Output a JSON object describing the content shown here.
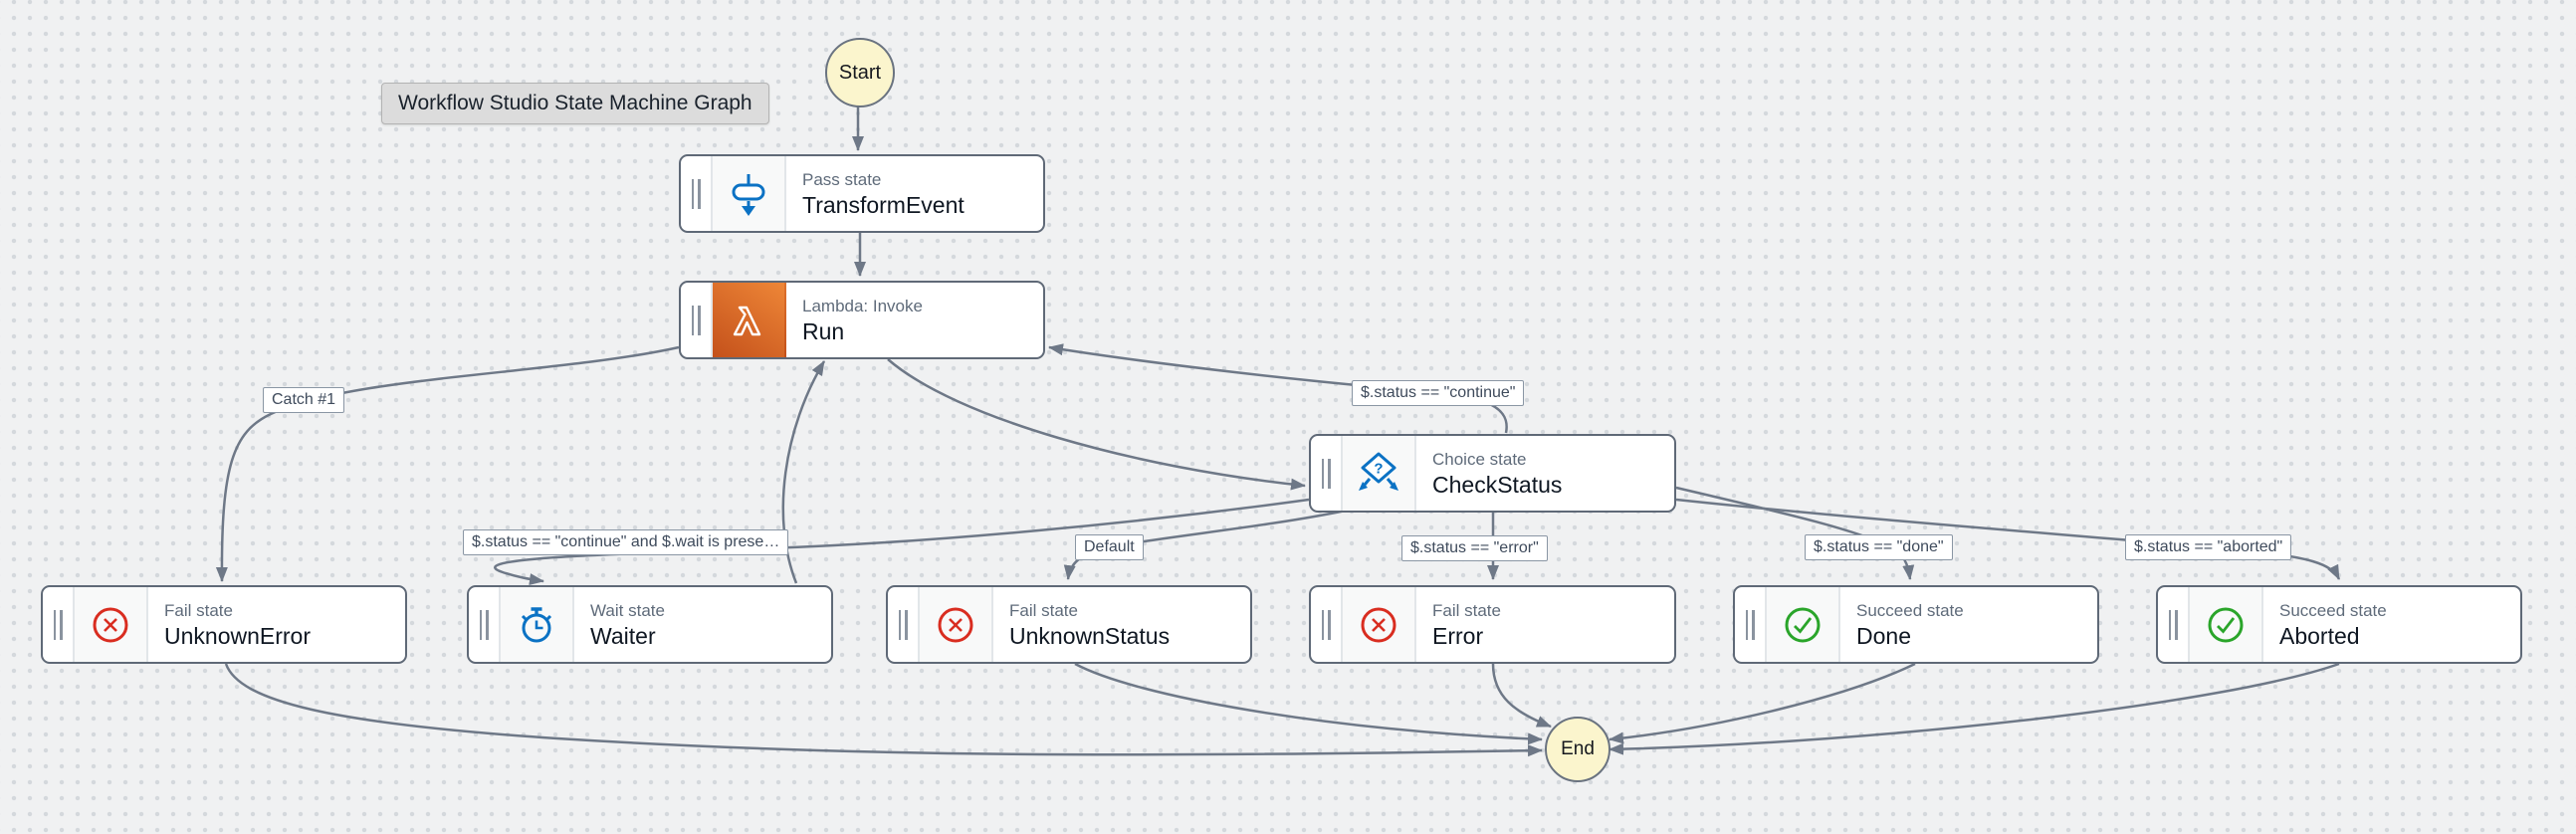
{
  "canvas": {
    "tooltip": "Workflow Studio State Machine Graph",
    "start_label": "Start",
    "end_label": "End"
  },
  "colors": {
    "background": "#f0f1f2",
    "grid_dot": "#d4d8dc",
    "edge": "#6e7887",
    "node_border": "#5f6977",
    "terminal_fill": "#fbf5cd",
    "pass_wait_choice_blue": "#0b72c4",
    "fail_red": "#d92d20",
    "succeed_green": "#2aa52a",
    "lambda_orange_dark": "#c4511b",
    "lambda_orange_light": "#ee8637"
  },
  "nodes": [
    {
      "kind": "pass",
      "type_label": "Pass state",
      "name": "TransformEvent"
    },
    {
      "kind": "lambda",
      "type_label": "Lambda: Invoke",
      "name": "Run"
    },
    {
      "kind": "choice",
      "type_label": "Choice state",
      "name": "CheckStatus"
    },
    {
      "kind": "fail",
      "type_label": "Fail state",
      "name": "UnknownError"
    },
    {
      "kind": "wait",
      "type_label": "Wait state",
      "name": "Waiter"
    },
    {
      "kind": "fail",
      "type_label": "Fail state",
      "name": "UnknownStatus"
    },
    {
      "kind": "fail",
      "type_label": "Fail state",
      "name": "Error"
    },
    {
      "kind": "succeed",
      "type_label": "Succeed state",
      "name": "Done"
    },
    {
      "kind": "succeed",
      "type_label": "Succeed state",
      "name": "Aborted"
    }
  ],
  "edge_labels": [
    {
      "text": "Catch #1"
    },
    {
      "text": "$.status == \"continue\""
    },
    {
      "text": "$.status == \"continue\" and $.wait is prese…"
    },
    {
      "text": "Default"
    },
    {
      "text": "$.status == \"error\""
    },
    {
      "text": "$.status == \"done\""
    },
    {
      "text": "$.status == \"aborted\""
    }
  ]
}
